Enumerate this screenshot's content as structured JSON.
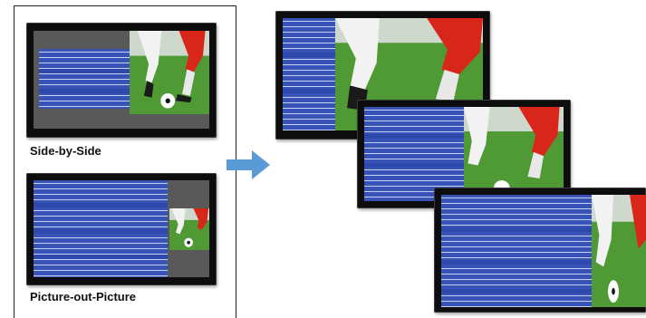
{
  "left_panel": {
    "modes": [
      {
        "label": "Side-by-Side"
      },
      {
        "label": "Picture-out-Picture"
      }
    ]
  },
  "arrow": {
    "color": "#5b9bd5",
    "direction": "right"
  },
  "colors": {
    "text_pane": "#3753b8",
    "bezel": "#0d0d0d",
    "grass": "#3f8a2e",
    "player_red": "#d8261b",
    "player_white": "#f2f2f2"
  },
  "icons": [
    "soccer-photo-icon",
    "text-document-icon",
    "arrow-right-icon"
  ]
}
